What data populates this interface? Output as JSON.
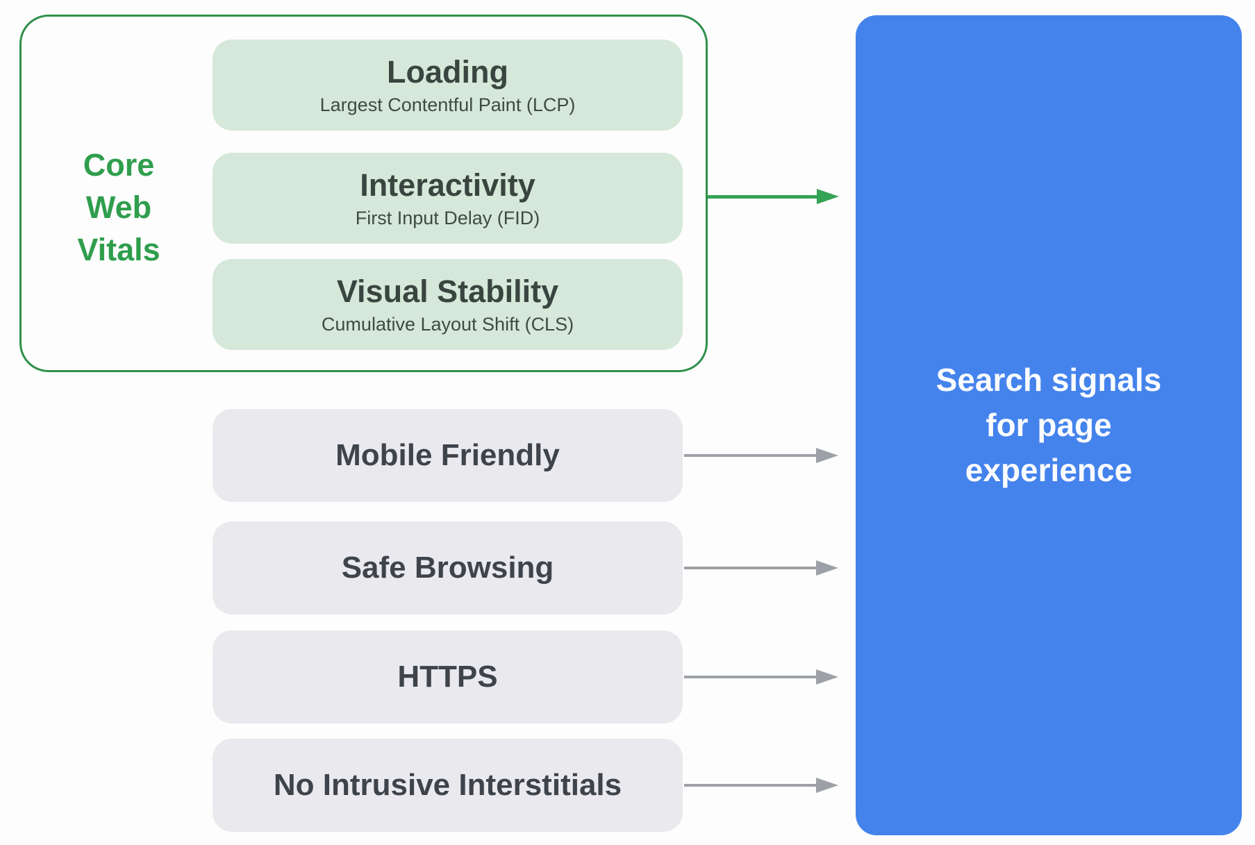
{
  "diagram": {
    "core_web_vitals": {
      "label_lines": [
        "Core",
        "Web",
        "Vitals"
      ],
      "boxes": [
        {
          "title": "Loading",
          "subtitle": "Largest Contentful Paint (LCP)"
        },
        {
          "title": "Interactivity",
          "subtitle": "First Input Delay (FID)"
        },
        {
          "title": "Visual Stability",
          "subtitle": "Cumulative Layout Shift (CLS)"
        }
      ]
    },
    "other_signals": [
      {
        "label": "Mobile Friendly"
      },
      {
        "label": "Safe Browsing"
      },
      {
        "label": "HTTPS"
      },
      {
        "label": "No Intrusive Interstitials"
      }
    ],
    "result_box": {
      "lines": [
        "Search signals",
        "for page",
        "experience"
      ]
    },
    "colors": {
      "canvas_bg": "#fdfdfd",
      "group_border": "#2f8f4a",
      "cwv_label_text": "#2f9e4d",
      "vitals_box_bg": "#d6e8d9",
      "vitals_title_text": "#3a4540",
      "vitals_subtitle_text": "#3e4a44",
      "signal_box_bg": "#e9e9ee",
      "signal_label_text": "#3f434a",
      "result_box_bg": "#4583ec",
      "result_text": "#fafcff",
      "green_arrow": "#35a356",
      "gray_arrow": "#9da1a7"
    }
  }
}
